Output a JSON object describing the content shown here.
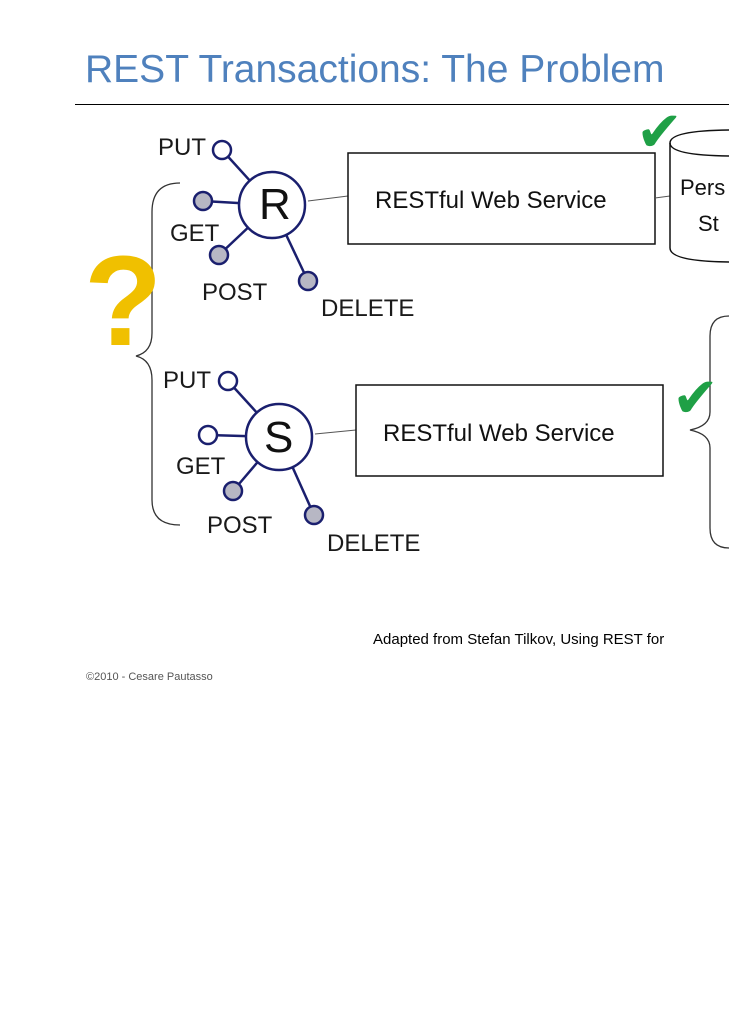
{
  "slide": {
    "title": "REST Transactions: The Problem",
    "question_mark": "?",
    "credit": "Adapted from Stefan Tilkov, Using REST for",
    "copyright": "©2010 - Cesare Pautasso"
  },
  "resource_r": {
    "letter": "R",
    "put": "PUT",
    "get": "GET",
    "post": "POST",
    "delete": "DELETE",
    "service": "RESTful Web Service"
  },
  "resource_s": {
    "letter": "S",
    "put": "PUT",
    "get": "GET",
    "post": "POST",
    "delete": "DELETE",
    "service": "RESTful Web Service"
  },
  "storage": {
    "line1": "Pers",
    "line2": "St"
  },
  "colors": {
    "title": "#4f81bd",
    "question_mark": "#f0c000",
    "check": "#1fa046",
    "node_stroke": "#1a1f6e",
    "port_fill": "#b7b7c4"
  },
  "icons": {
    "check": "check-mark-icon",
    "storage": "database-cylinder-icon"
  }
}
